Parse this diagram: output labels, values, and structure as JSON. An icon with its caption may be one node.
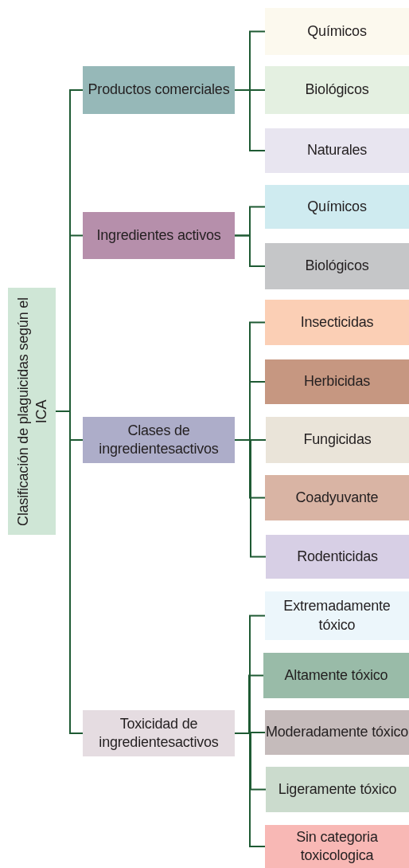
{
  "diagram": {
    "nodes": [
      {
        "text": [
          "Clasificación de plaguicidas según el ICA"
        ]
      },
      {
        "text": [
          "Productos comerciales"
        ]
      },
      {
        "text": [
          "Químicos"
        ]
      },
      {
        "text": [
          "Biológicos"
        ]
      },
      {
        "text": [
          "Naturales"
        ]
      },
      {
        "text": [
          "Ingredientes activos"
        ]
      },
      {
        "text": [
          "Químicos"
        ]
      },
      {
        "text": [
          "Biológicos"
        ]
      },
      {
        "text": [
          "Clases de ingredientesactivos"
        ]
      },
      {
        "text": [
          "Insecticidas"
        ]
      },
      {
        "text": [
          "Herbicidas"
        ]
      },
      {
        "text": [
          "Fungicidas"
        ]
      },
      {
        "text": [
          "Coadyuvante"
        ]
      },
      {
        "text": [
          "Rodenticidas"
        ]
      },
      {
        "text": [
          "Toxicidad de ingredientesactivos"
        ]
      },
      {
        "text": [
          "Extremadamente tóxico"
        ]
      },
      {
        "text": [
          "Altamente tóxico"
        ]
      },
      {
        "text": [
          "Moderadamente tóxico"
        ]
      },
      {
        "text": [
          "Ligeramente tóxico"
        ]
      },
      {
        "text": [
          "Sin categoria toxicologica"
        ]
      }
    ],
    "edges": [
      {
        "from": 0,
        "to": 1,
        "arrow": "none"
      },
      {
        "from": 0,
        "to": 5,
        "arrow": "none"
      },
      {
        "from": 0,
        "to": 8,
        "arrow": "none"
      },
      {
        "from": 0,
        "to": 14,
        "arrow": "none"
      },
      {
        "from": 1,
        "to": 2,
        "arrow": "none"
      },
      {
        "from": 1,
        "to": 3,
        "arrow": "none"
      },
      {
        "from": 1,
        "to": 4,
        "arrow": "none"
      },
      {
        "from": 5,
        "to": 6,
        "arrow": "none"
      },
      {
        "from": 5,
        "to": 7,
        "arrow": "none"
      },
      {
        "from": 8,
        "to": 9,
        "arrow": "none"
      },
      {
        "from": 8,
        "to": 10,
        "arrow": "none"
      },
      {
        "from": 8,
        "to": 11,
        "arrow": "none"
      },
      {
        "from": 8,
        "to": 12,
        "arrow": "none"
      },
      {
        "from": 8,
        "to": 13,
        "arrow": "none"
      },
      {
        "from": 14,
        "to": 15,
        "arrow": "none"
      },
      {
        "from": 14,
        "to": 16,
        "arrow": "none"
      },
      {
        "from": 14,
        "to": 17,
        "arrow": "none"
      },
      {
        "from": 14,
        "to": 18,
        "arrow": "none"
      },
      {
        "from": 14,
        "to": 19,
        "arrow": "none"
      }
    ]
  }
}
